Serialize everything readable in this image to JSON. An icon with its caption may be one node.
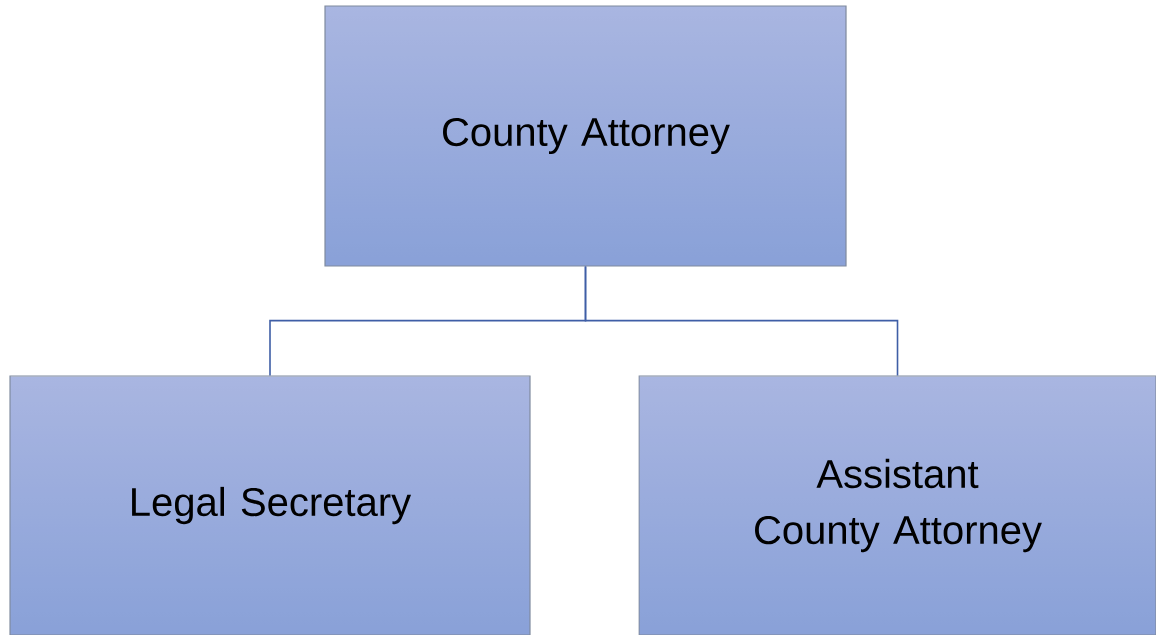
{
  "diagram": {
    "nodes": [
      {
        "text": [
          "County Attorney"
        ]
      },
      {
        "text": [
          "Legal Secretary"
        ]
      },
      {
        "text": [
          "Assistant County Attorney"
        ]
      }
    ],
    "edges": [
      {
        "from": 0,
        "to": 1,
        "arrow": "none"
      },
      {
        "from": 0,
        "to": 2,
        "arrow": "none"
      }
    ]
  }
}
